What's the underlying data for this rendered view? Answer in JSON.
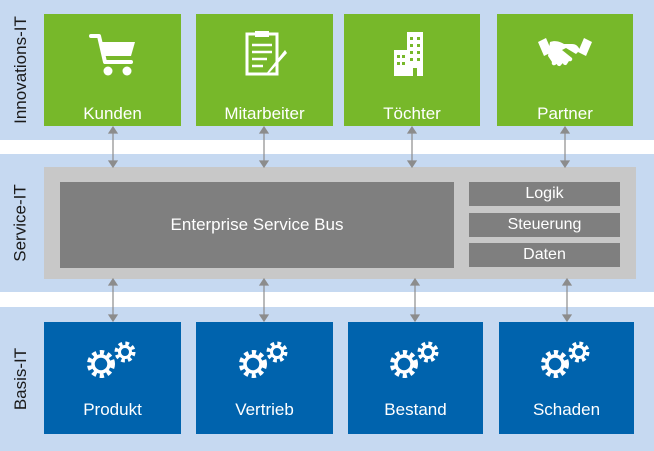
{
  "colors": {
    "band": "#c6d9f1",
    "innovation_box": "#77b82a",
    "basis_box": "#0063ad",
    "esb_frame": "#c8c8c8",
    "esb_box": "#7f7f7f",
    "arrow": "#8c8c8c"
  },
  "bands": {
    "innovation": "Innovations-IT",
    "service": "Service-IT",
    "basis": "Basis-IT"
  },
  "innovation_items": [
    {
      "label": "Kunden",
      "icon": "shopping-cart-icon"
    },
    {
      "label": "Mitarbeiter",
      "icon": "clipboard-icon"
    },
    {
      "label": "Töchter",
      "icon": "building-icon"
    },
    {
      "label": "Partner",
      "icon": "handshake-icon"
    }
  ],
  "service": {
    "bus": "Enterprise Service Bus",
    "layers": [
      "Logik",
      "Steuerung",
      "Daten"
    ]
  },
  "basis_items": [
    {
      "label": "Produkt",
      "icon": "gears-icon"
    },
    {
      "label": "Vertrieb",
      "icon": "gears-icon"
    },
    {
      "label": "Bestand",
      "icon": "gears-icon"
    },
    {
      "label": "Schaden",
      "icon": "gears-icon"
    }
  ]
}
